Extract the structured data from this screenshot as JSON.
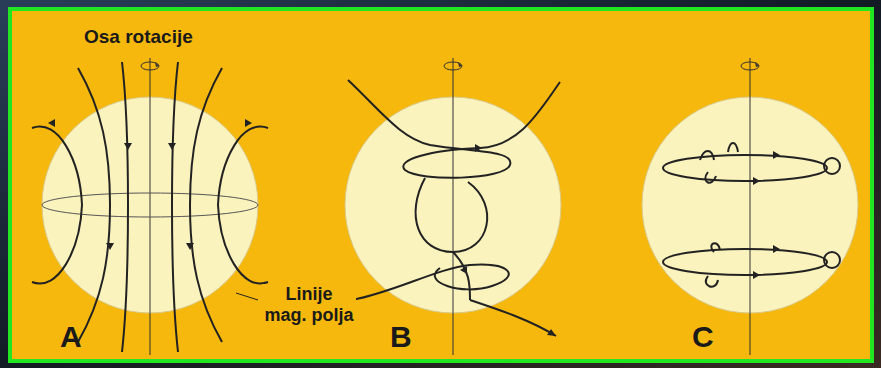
{
  "diagram": {
    "labels": [
      "Osa rotacije",
      "A",
      "Linije mag. polja",
      "B",
      "C"
    ]
  }
}
